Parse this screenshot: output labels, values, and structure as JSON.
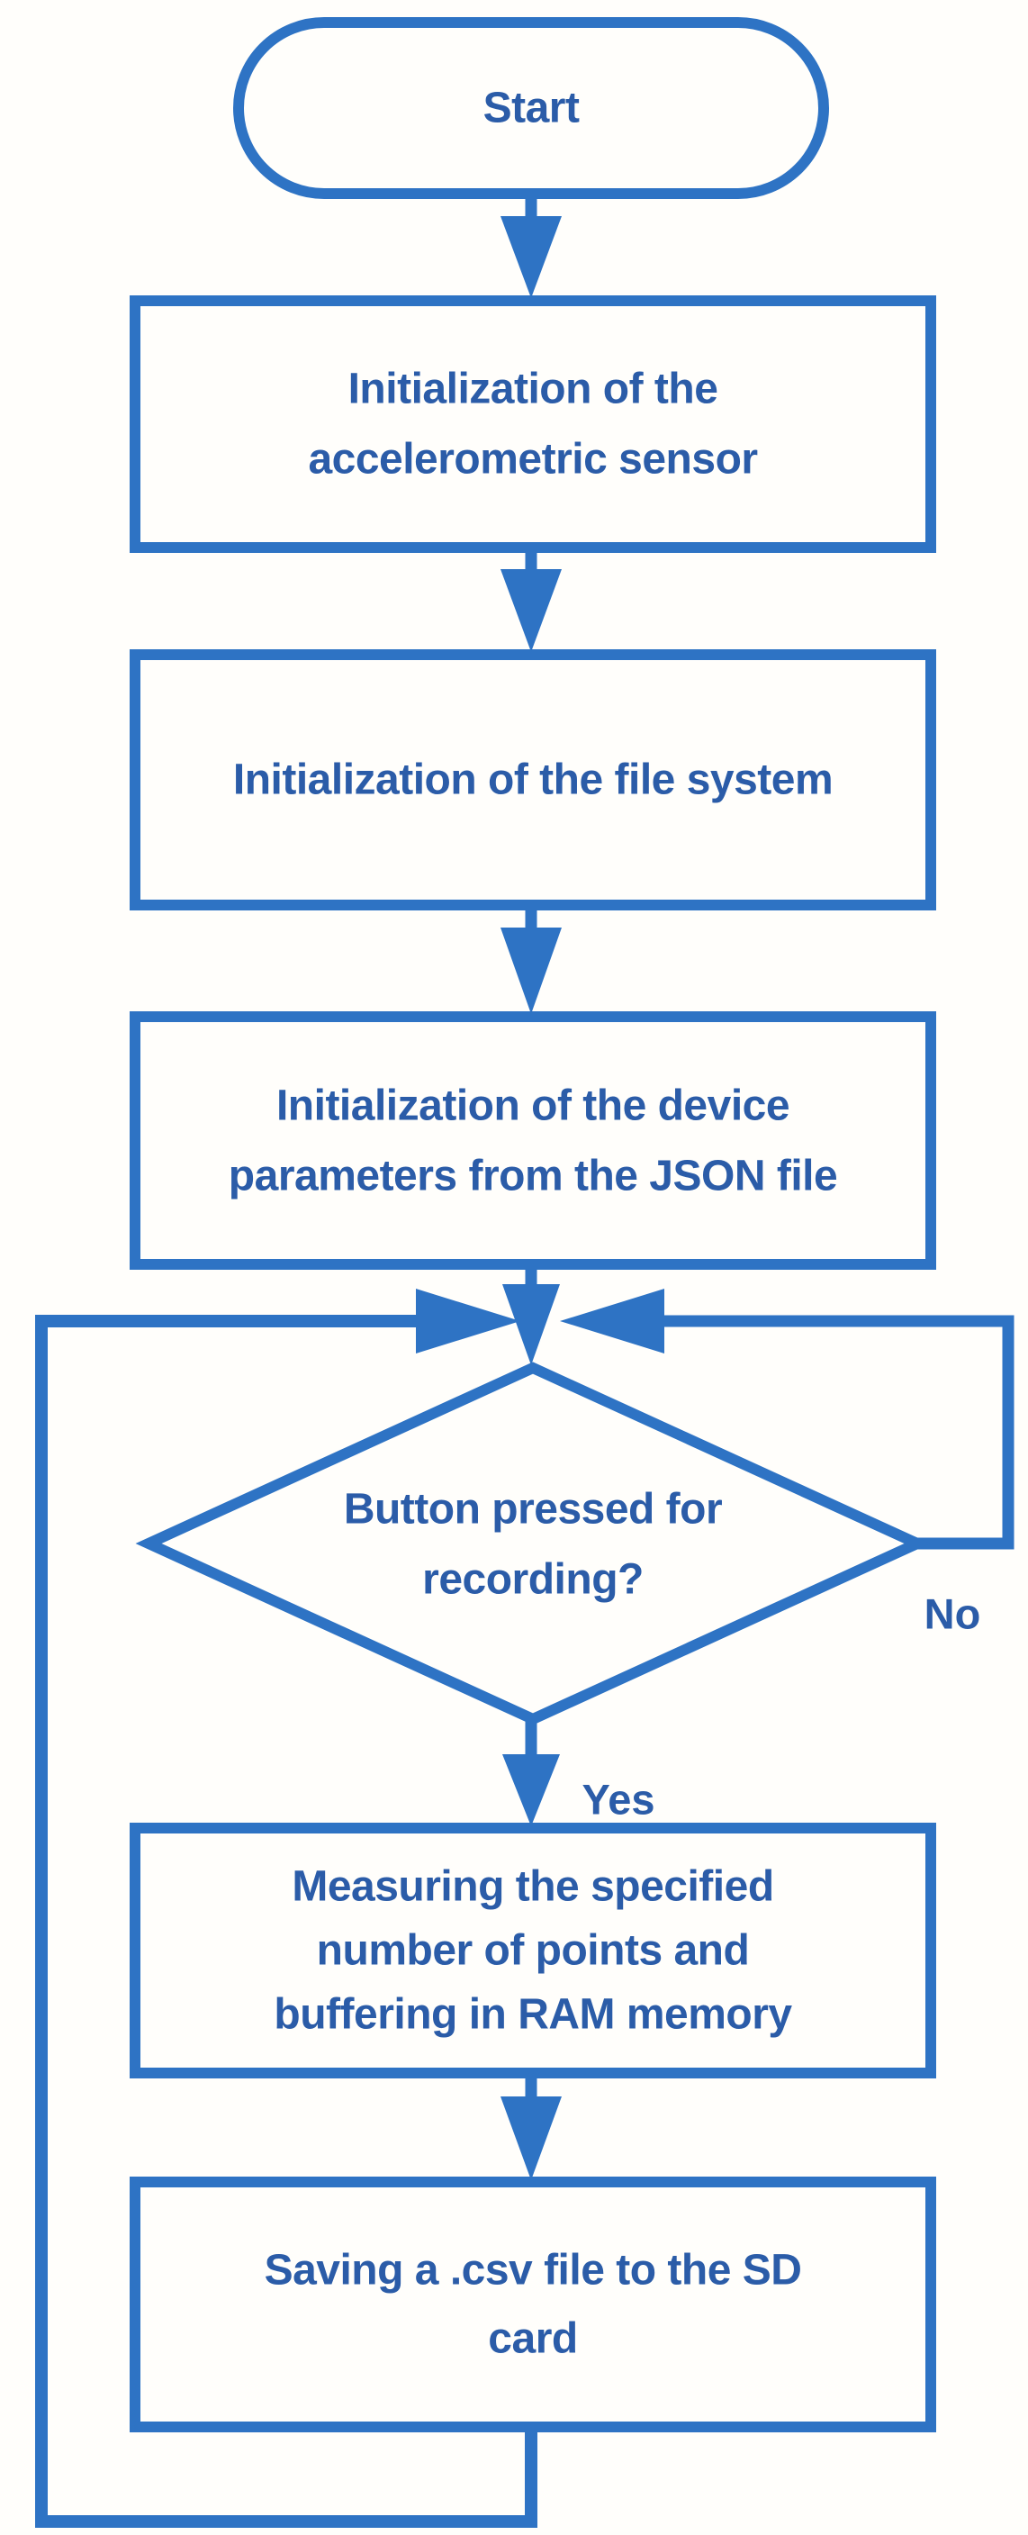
{
  "flowchart": {
    "description": "Firmware flow for accelerometric data logger",
    "colors": {
      "line": "#2e73c4",
      "text": "#2b5ca8",
      "background": "#fffefb"
    },
    "nodes": [
      {
        "id": "start",
        "type": "terminator",
        "lines": [
          "Start"
        ]
      },
      {
        "id": "init-sensor",
        "type": "process",
        "lines": [
          "Initialization of the",
          "accelerometric sensor"
        ]
      },
      {
        "id": "init-filesystem",
        "type": "process",
        "lines": [
          "Initialization of the file system"
        ]
      },
      {
        "id": "init-params",
        "type": "process",
        "lines": [
          "Initialization of the device",
          "parameters from the JSON file"
        ]
      },
      {
        "id": "button-decision",
        "type": "decision",
        "lines": [
          "Button pressed for",
          "recording?"
        ]
      },
      {
        "id": "measure",
        "type": "process",
        "lines": [
          "Measuring the specified",
          "number of points and",
          "buffering in RAM memory"
        ]
      },
      {
        "id": "save-csv",
        "type": "process",
        "lines": [
          "Saving a .csv file to the SD",
          "card"
        ]
      }
    ],
    "edge_labels": {
      "yes": "Yes",
      "no": "No"
    }
  }
}
